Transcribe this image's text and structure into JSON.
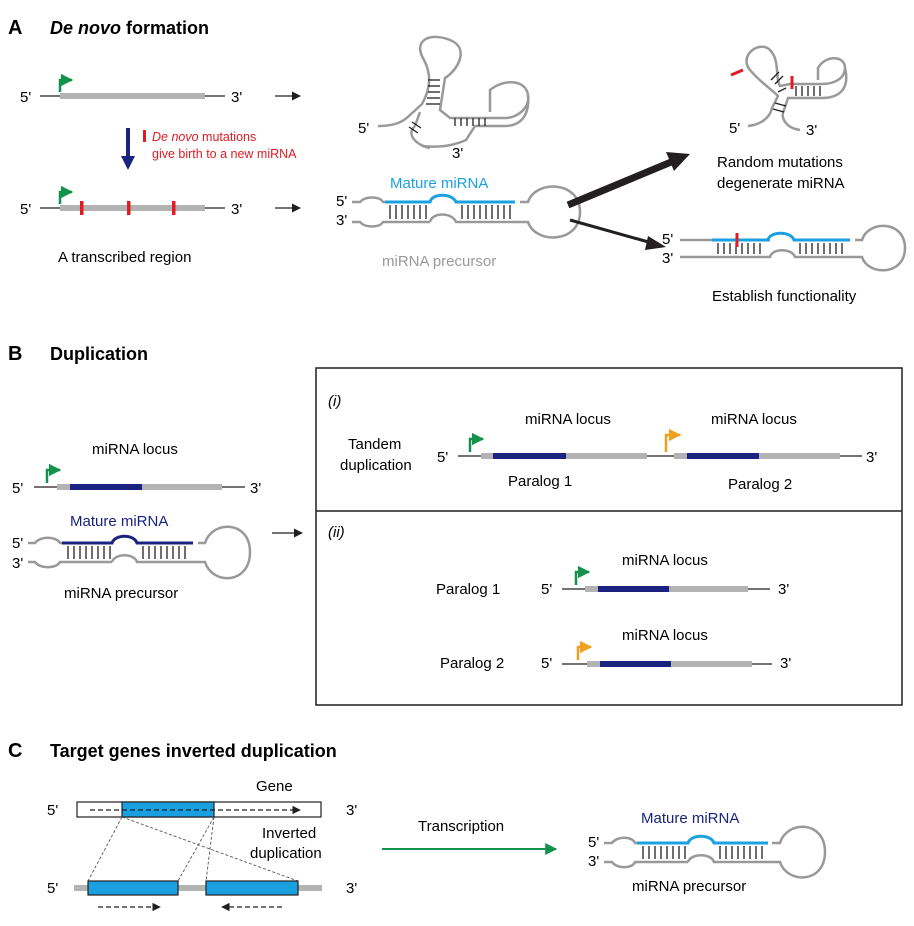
{
  "panelA": {
    "letter": "A",
    "title_italic": "De novo",
    "title_rest": " formation",
    "five": "5'",
    "three": "3'",
    "mutation_italic": "De novo",
    "mutation_line1_rest": " mutations",
    "mutation_line2": "give birth to a new miRNA",
    "transcribed_region": "A transcribed region",
    "mature_mirna": "Mature miRNA",
    "precursor": "miRNA precursor",
    "random_line1": "Random mutations",
    "random_line2": "degenerate miRNA",
    "establish": "Establish functionality"
  },
  "panelB": {
    "letter": "B",
    "title": "Duplication",
    "mirna_locus": "miRNA locus",
    "mature_mirna": "Mature miRNA",
    "precursor": "miRNA precursor",
    "five": "5'",
    "three": "3'",
    "box_i": "(i)",
    "box_ii": "(ii)",
    "tandem_line1": "Tandem",
    "tandem_line2": "duplication",
    "paralog1": "Paralog 1",
    "paralog2": "Paralog 2"
  },
  "panelC": {
    "letter": "C",
    "title": "Target genes inverted duplication",
    "gene": "Gene",
    "inverted_line1": "Inverted",
    "inverted_line2": "duplication",
    "transcription": "Transcription",
    "mature_mirna": "Mature miRNA",
    "precursor": "miRNA precursor",
    "five": "5'",
    "three": "3'"
  },
  "colors": {
    "gray": "#b3b3b3",
    "navy": "#1a2480",
    "cyan": "#1aa0e0",
    "red": "#e01b24",
    "green": "#12924a",
    "orange": "#f0a020",
    "dark": "#231f20"
  }
}
